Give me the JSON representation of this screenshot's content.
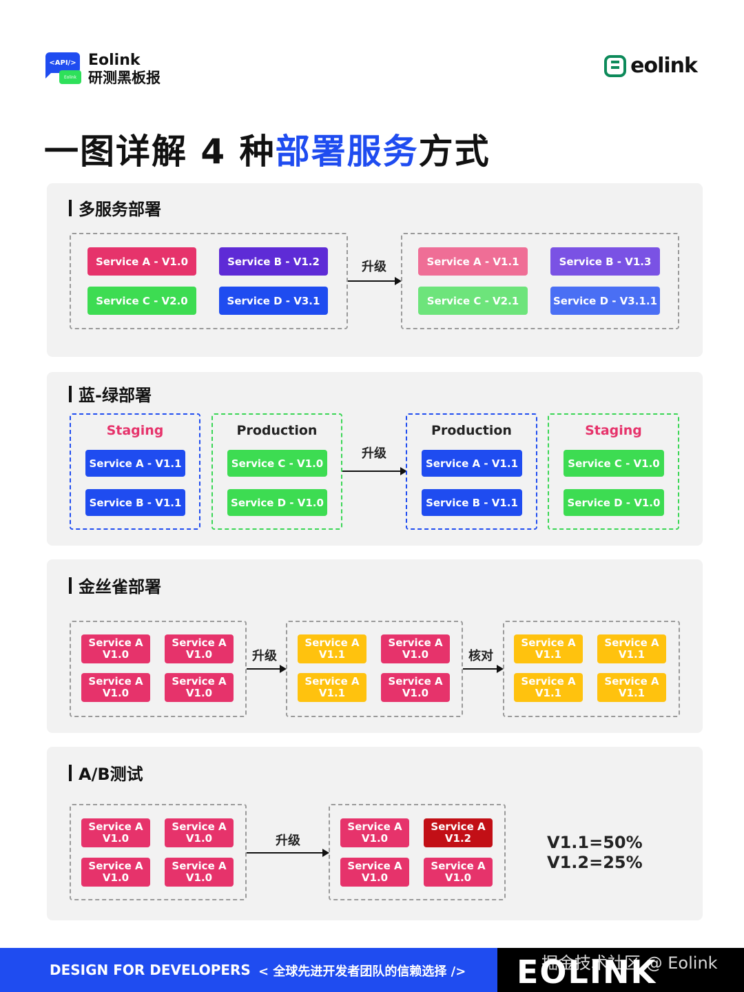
{
  "brand": {
    "badge_api": "<API/>",
    "badge_sub": "Eolink",
    "name": "Eolink",
    "subtitle": "研测黑板报"
  },
  "logo": {
    "word": "eolink"
  },
  "title": {
    "part1": "一图详解 4 种",
    "highlight": "部署服务",
    "part2": "方式"
  },
  "arrows": {
    "upgrade": "升级",
    "verify": "核对"
  },
  "multi": {
    "title": "多服务部署",
    "before": [
      "Service A - V1.0",
      "Service B - V1.2",
      "Service C - V2.0",
      "Service D - V3.1"
    ],
    "after": [
      "Service A - V1.1",
      "Service B - V1.3",
      "Service C - V2.1",
      "Service D - V3.1.1"
    ]
  },
  "bluegreen": {
    "title": "蓝-绿部署",
    "g1": {
      "label": "Staging",
      "items": [
        "Service A - V1.1",
        "Service B - V1.1"
      ]
    },
    "g2": {
      "label": "Production",
      "items": [
        "Service C - V1.0",
        "Service D - V1.0"
      ]
    },
    "g3": {
      "label": "Production",
      "items": [
        "Service A - V1.1",
        "Service B - V1.1"
      ]
    },
    "g4": {
      "label": "Staging",
      "items": [
        "Service C - V1.0",
        "Service D - V1.0"
      ]
    }
  },
  "canary": {
    "title": "金丝雀部署",
    "service": "Service A",
    "v10": "V1.0",
    "v11": "V1.1"
  },
  "ab": {
    "title": "A/B测试",
    "service": "Service A",
    "v10": "V1.0",
    "v12": "V1.2",
    "ratio1": "V1.1=50%",
    "ratio2": "V1.2=25%"
  },
  "footer": {
    "left": "DESIGN FOR DEVELOPERS",
    "mid": "< 全球先进开发者团队的信赖选择 />",
    "big": "EOLINK",
    "watermark": "掘金技术社区 @ Eolink"
  }
}
